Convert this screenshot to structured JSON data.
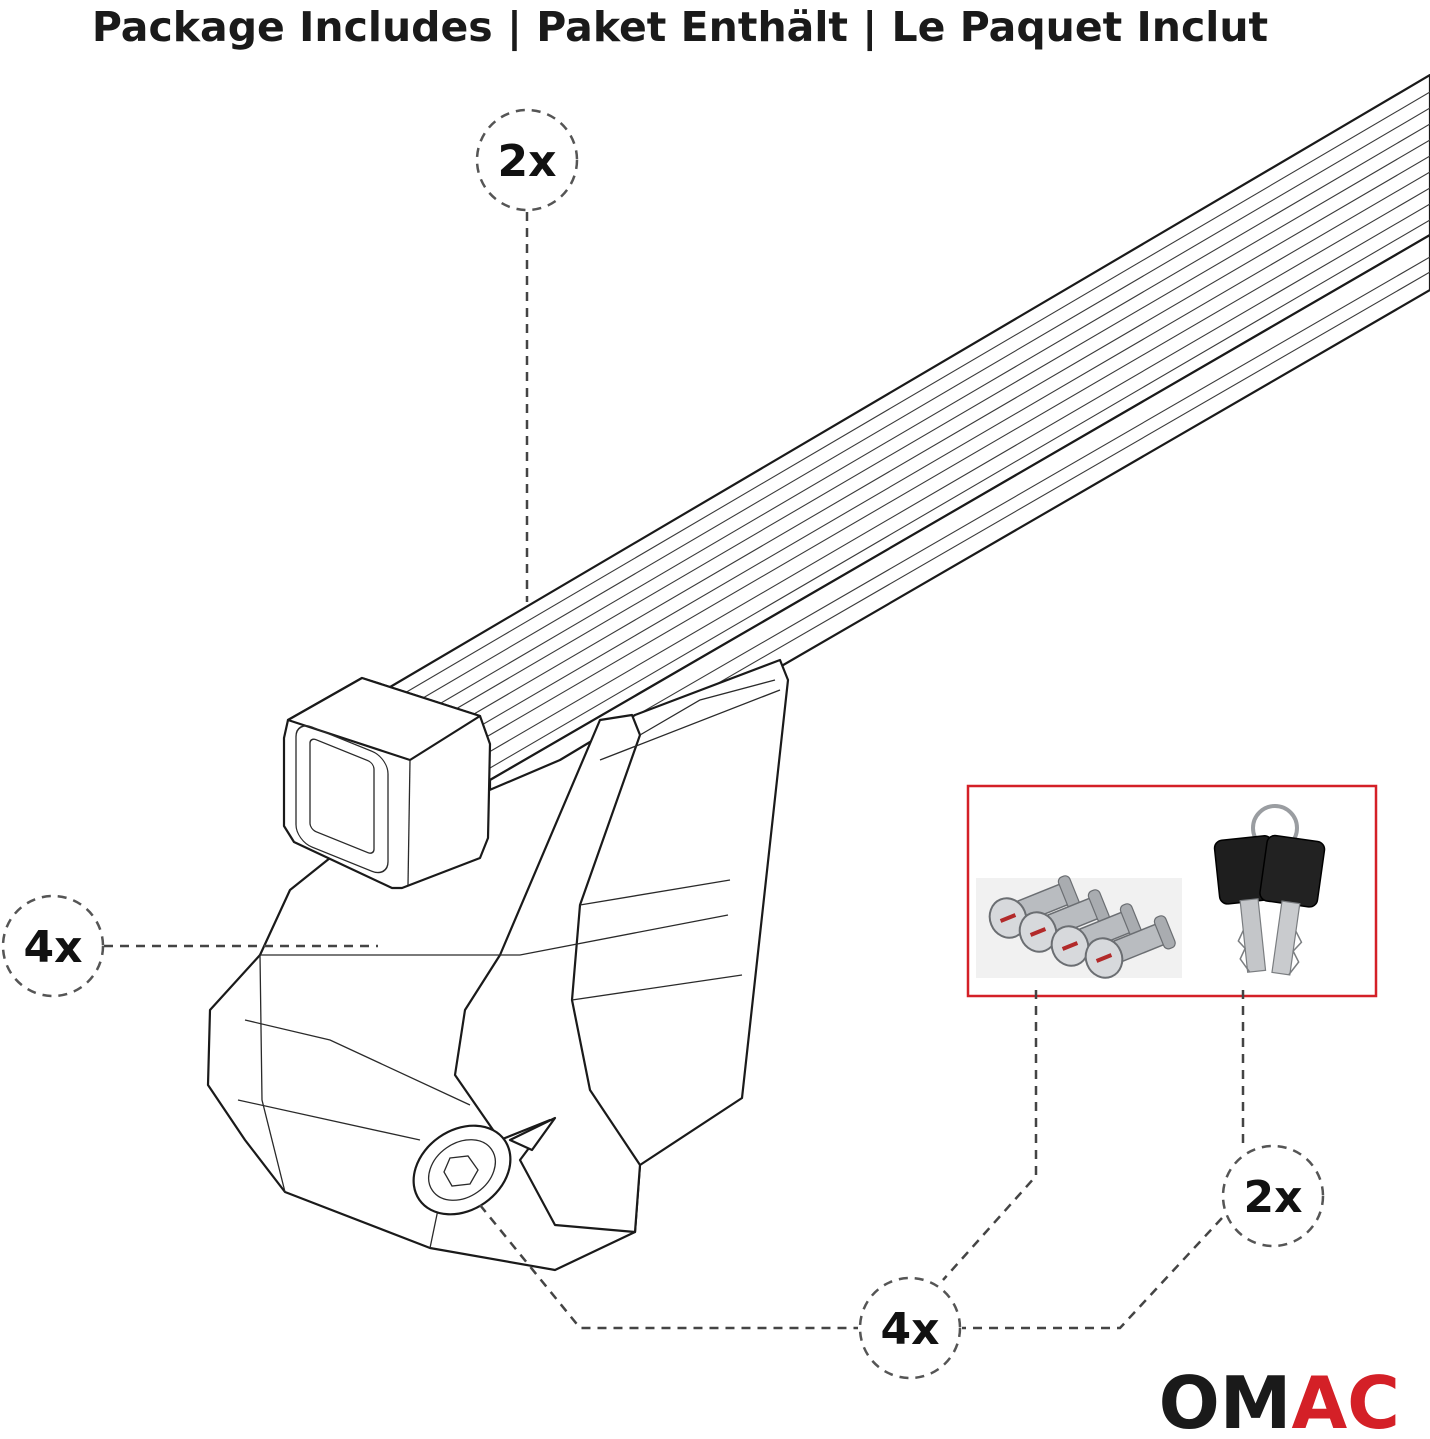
{
  "title": "Package Includes | Paket Enthält | Le Paquet Inclut",
  "callouts": {
    "bars": "2x",
    "feet": "4x",
    "lock_cylinders": "4x",
    "keys": "2x"
  },
  "logo": {
    "prefix": "OM",
    "suffix": "AC",
    "color_dark": "#1a1a1a",
    "color_accent": "#d42027"
  },
  "colors": {
    "accessory_box_border": "#d42027"
  },
  "icons": [
    "roof-bar-icon",
    "foot-clamp-icon",
    "lock-cylinder-icon",
    "key-icon"
  ]
}
